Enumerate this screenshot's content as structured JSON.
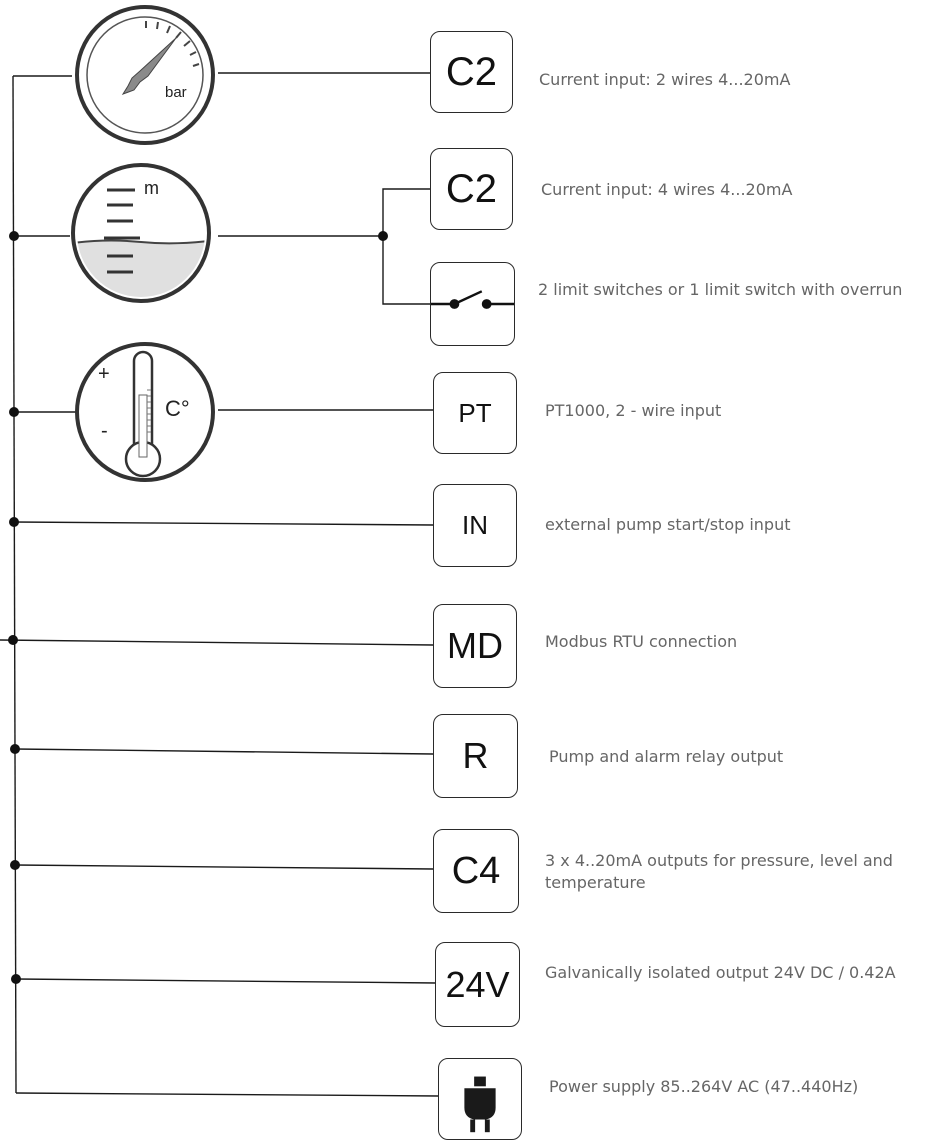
{
  "channels": [
    {
      "code": "C2",
      "description": "Current input: 2 wires 4...20mA"
    },
    {
      "code": "C2",
      "description": "Current input: 4 wires 4...20mA"
    },
    {
      "code": "",
      "icon": "switch-icon",
      "description": "2 limit switches or 1 limit switch with overrun"
    },
    {
      "code": "PT",
      "description": "PT1000, 2 - wire input"
    },
    {
      "code": "IN",
      "description": "external pump start/stop input"
    },
    {
      "code": "MD",
      "description": "Modbus RTU connection"
    },
    {
      "code": "R",
      "description": "Pump and alarm relay output"
    },
    {
      "code": "C4",
      "description": "3 x 4..20mA outputs for pressure, level and temperature"
    },
    {
      "code": "24V",
      "description": "Galvanically isolated output 24V DC / 0.42A"
    },
    {
      "code": "",
      "icon": "power-plug-icon",
      "description": "Power supply 85..264V AC (47..440Hz)"
    }
  ],
  "sensors": {
    "pressure": {
      "icon": "pressure-gauge-icon",
      "unit": "bar"
    },
    "level": {
      "icon": "level-gauge-icon",
      "unit": "m"
    },
    "temperature": {
      "icon": "thermometer-icon",
      "unit": "C°",
      "plus": "+",
      "minus": "-"
    }
  },
  "colors": {
    "line": "#1a1a1a",
    "text": "#666666",
    "box_border": "#2a2a2a"
  }
}
